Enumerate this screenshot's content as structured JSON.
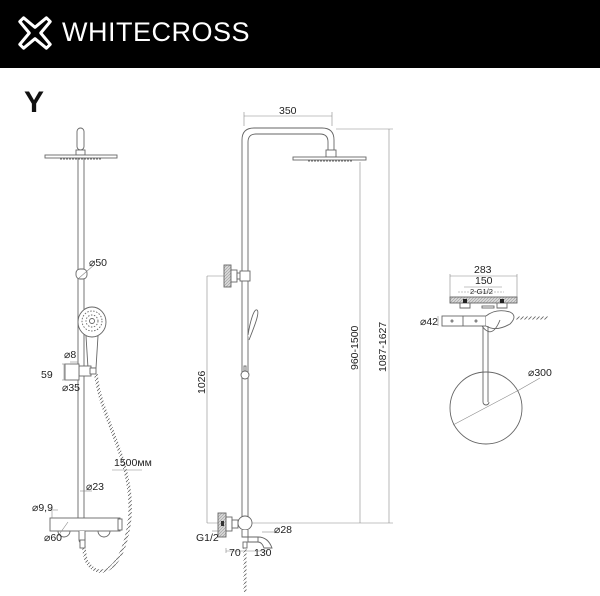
{
  "header": {
    "brand": "WHITECROSS",
    "logo_icon": "cross-outline-icon",
    "background": "#000000",
    "text_color": "#ffffff"
  },
  "model": "Y",
  "front_view": {
    "labels": {
      "riser_clamp_dia": "⌀50",
      "holder_pin_dia": "⌀8",
      "holder_height": "59",
      "holder_dia": "⌀35",
      "hose_length": "1500мм",
      "riser_dia": "⌀23",
      "mixer_knob_dia": "⌀9,9",
      "mixer_body_dia": "⌀60"
    }
  },
  "side_view": {
    "labels": {
      "arm_reach": "350",
      "mount_height": "1026",
      "head_height": "960-1500",
      "total_height": "1087-1627",
      "inlet_thread": "G1/2",
      "wall_offset": "70",
      "spout_length": "130",
      "spout_dia": "⌀28"
    }
  },
  "top_view": {
    "labels": {
      "total_width": "283",
      "inlet_centers": "150",
      "inlet_thread": "2-G1/2",
      "body_dia": "⌀42",
      "head_dia": "⌀300"
    }
  },
  "colors": {
    "line": "#555555",
    "dim_line": "#777777",
    "text": "#222222",
    "hatch": "#bbbbbb"
  }
}
